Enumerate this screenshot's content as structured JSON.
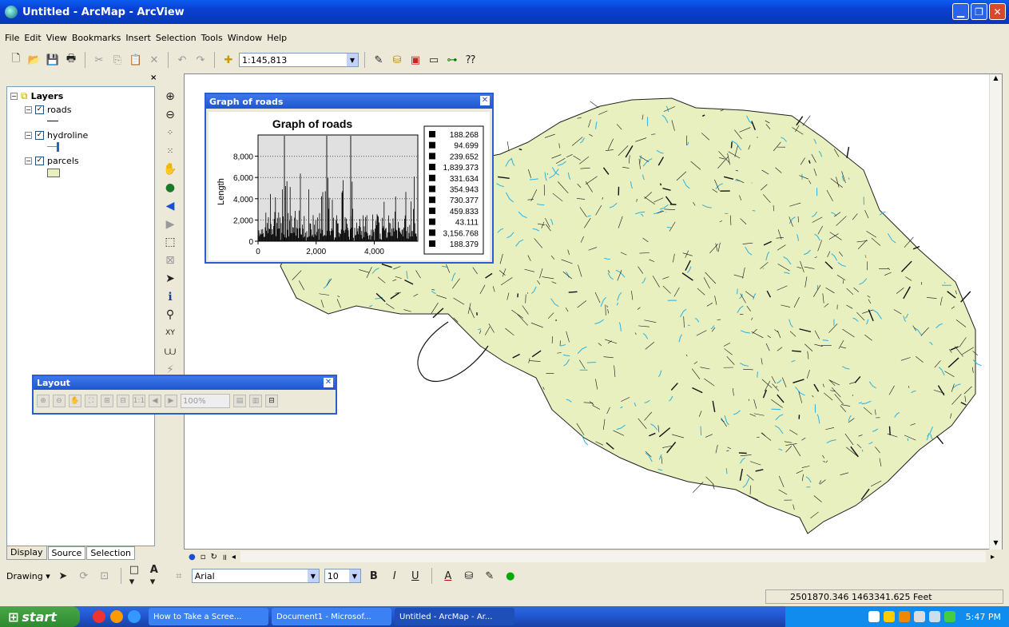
{
  "window": {
    "title": "Untitled - ArcMap - ArcView"
  },
  "menu": [
    "File",
    "Edit",
    "View",
    "Bookmarks",
    "Insert",
    "Selection",
    "Tools",
    "Window",
    "Help"
  ],
  "toolbar": {
    "scale": "1:145,813"
  },
  "toc": {
    "root": "Layers",
    "layers": [
      {
        "name": "roads",
        "checked": true
      },
      {
        "name": "hydroline",
        "checked": true
      },
      {
        "name": "parcels",
        "checked": true
      }
    ],
    "tabs": [
      "Display",
      "Source",
      "Selection"
    ]
  },
  "colors": {
    "parcels_fill": "#e8f0c0",
    "hydro": "#2ab0e0",
    "roads": "#111111",
    "title_blue": "#1e56d0"
  },
  "graph": {
    "window_title": "Graph of roads",
    "chart_data": {
      "type": "bar",
      "title": "Graph of roads",
      "ylabel": "Length",
      "xlabel": "",
      "xlim": [
        0,
        5500
      ],
      "ylim": [
        0,
        10000
      ],
      "xticks": [
        "0",
        "2,000",
        "4,000"
      ],
      "yticks": [
        "0",
        "2,000",
        "4,000",
        "6,000",
        "8,000"
      ],
      "legend": [
        "188.268",
        "94.699",
        "239.652",
        "1,839.373",
        "331.634",
        "354.943",
        "730.377",
        "459.833",
        "43.111",
        "3,156.768",
        "188.379"
      ],
      "legend_position": "right"
    }
  },
  "layout_toolbar": {
    "title": "Layout",
    "zoom": "100%"
  },
  "drawing": {
    "label": "Drawing",
    "font": "Arial",
    "size": "10",
    "bold": "B",
    "italic": "I",
    "underline": "U",
    "font_color": "A"
  },
  "status": {
    "coords": "2501870.346  1463341.625 Feet"
  },
  "taskbar": {
    "start": "start",
    "buttons": [
      "How to Take a Scree...",
      "Document1 - Microsof...",
      "Untitled - ArcMap - Ar..."
    ],
    "time": "5:47 PM"
  }
}
